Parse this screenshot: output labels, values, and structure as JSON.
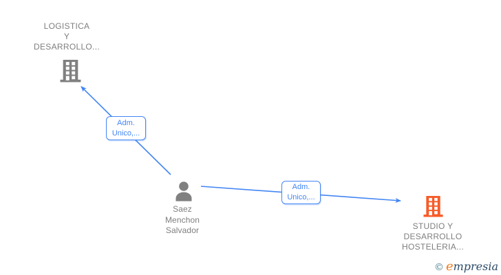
{
  "colors": {
    "background": "#ffffff",
    "edge": "#4285f4",
    "edge_label_text": "#4285f4",
    "node_icon_gray": "#808080",
    "node_icon_orange": "#f75b28",
    "node_text": "#7e7e7e",
    "logo_copyright": "#4a8193",
    "logo_e": "#ee7c20",
    "logo_rest": "#2b4a68"
  },
  "nodes": {
    "logistica": {
      "lines": [
        "LOGISTICA",
        "Y",
        "DESARROLLO..."
      ],
      "icon": "building-icon",
      "icon_color": "#808080"
    },
    "saez": {
      "lines": [
        "Saez",
        "Menchon",
        "Salvador"
      ],
      "icon": "person-icon",
      "icon_color": "#808080"
    },
    "studio": {
      "lines": [
        "STUDIO Y",
        "DESARROLLO",
        "HOSTELERIA..."
      ],
      "icon": "building-icon",
      "icon_color": "#f75b28"
    }
  },
  "edges": [
    {
      "from": "saez",
      "to": "logistica",
      "label_lines": [
        "Adm.",
        "Unico,..."
      ]
    },
    {
      "from": "saez",
      "to": "studio",
      "label_lines": [
        "Adm.",
        "Unico,..."
      ]
    }
  ],
  "watermark": {
    "copyright": "©",
    "brand_e": "e",
    "brand_rest": "mpresia"
  }
}
